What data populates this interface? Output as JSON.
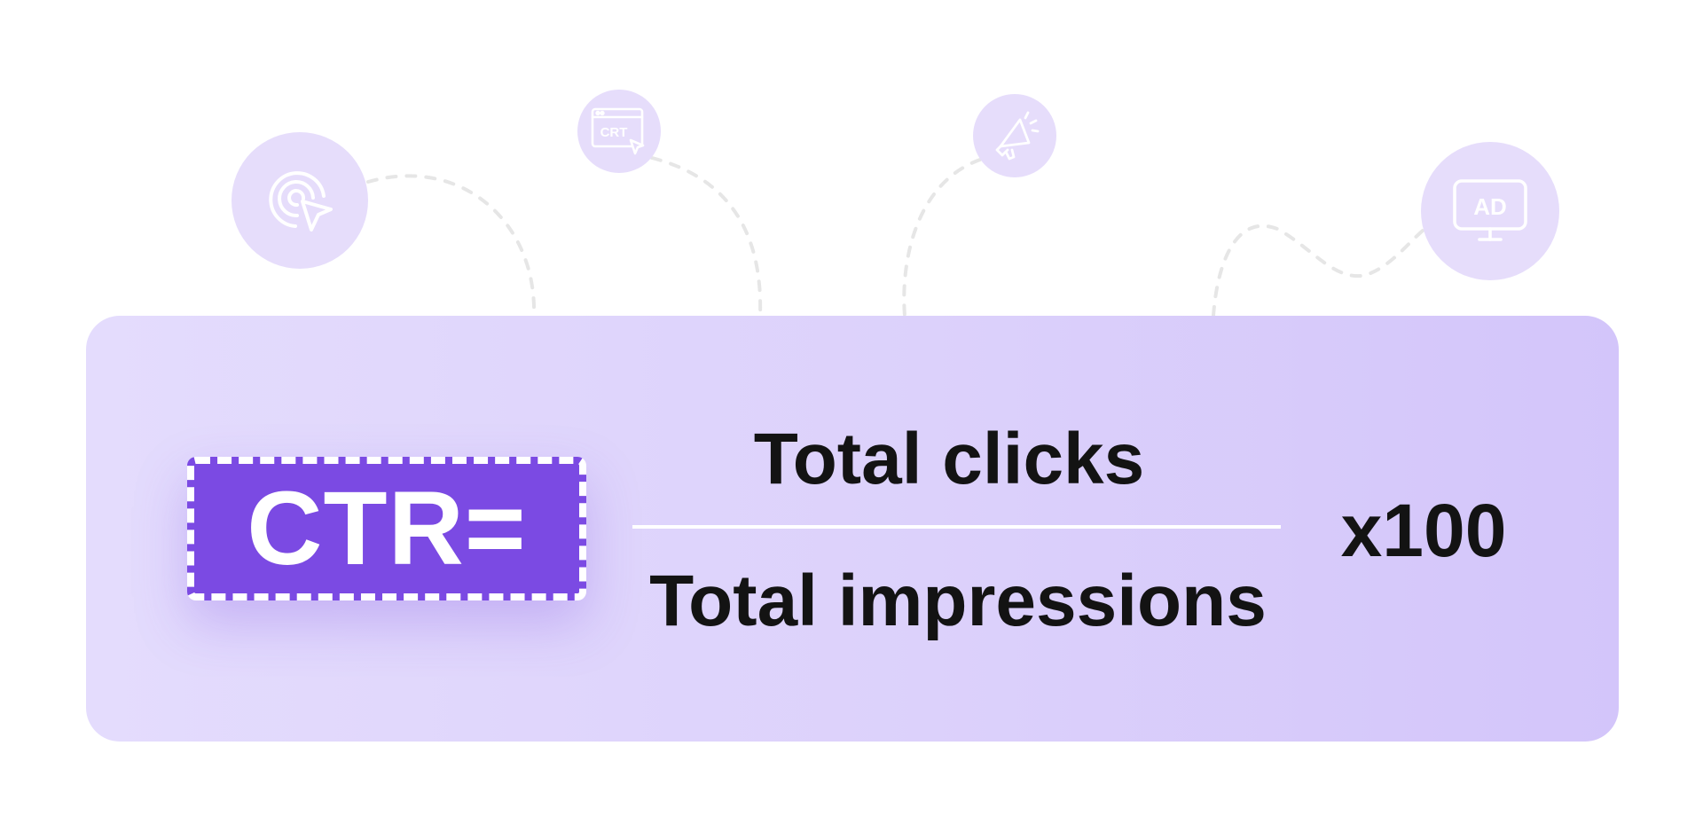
{
  "formula": {
    "left_label": "CTR=",
    "numerator": "Total clicks",
    "denominator": "Total impressions",
    "multiplier": "x100"
  },
  "icons": [
    {
      "name": "tap-pointer-icon"
    },
    {
      "name": "crt-browser-icon",
      "text": "CRT"
    },
    {
      "name": "megaphone-icon"
    },
    {
      "name": "ad-monitor-icon",
      "text": "AD"
    }
  ],
  "colors": {
    "accent": "#7b4ae3",
    "card": "#ded4fb",
    "icon_circle": "#e6ddfb",
    "text": "#131313",
    "connector": "#e6e6e6"
  }
}
